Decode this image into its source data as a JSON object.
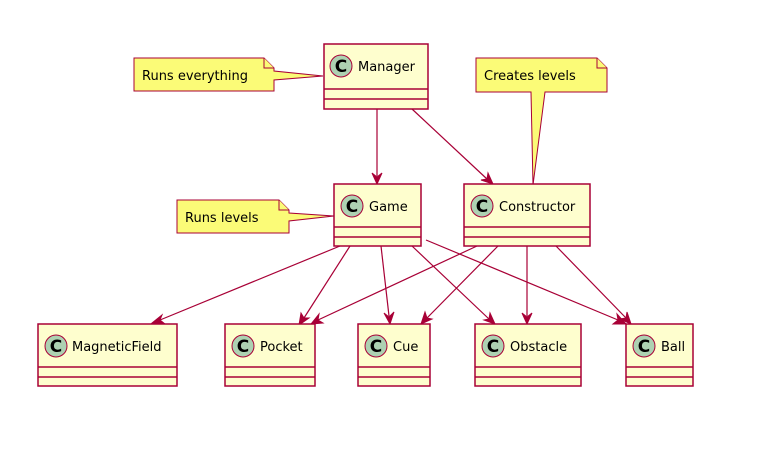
{
  "diagram": {
    "classes": {
      "manager": {
        "name": "Manager",
        "glyph": "C"
      },
      "game": {
        "name": "Game",
        "glyph": "C"
      },
      "constructor": {
        "name": "Constructor",
        "glyph": "C"
      },
      "magneticfield": {
        "name": "MagneticField",
        "glyph": "C"
      },
      "pocket": {
        "name": "Pocket",
        "glyph": "C"
      },
      "cue": {
        "name": "Cue",
        "glyph": "C"
      },
      "obstacle": {
        "name": "Obstacle",
        "glyph": "C"
      },
      "ball": {
        "name": "Ball",
        "glyph": "C"
      }
    },
    "notes": {
      "runs_everything": "Runs everything",
      "creates_levels": "Creates levels",
      "runs_levels": "Runs levels"
    },
    "relations": [
      {
        "from": "Manager",
        "to": "Game"
      },
      {
        "from": "Manager",
        "to": "Constructor"
      },
      {
        "from": "Game",
        "to": "MagneticField"
      },
      {
        "from": "Game",
        "to": "Pocket"
      },
      {
        "from": "Game",
        "to": "Cue"
      },
      {
        "from": "Game",
        "to": "Obstacle"
      },
      {
        "from": "Game",
        "to": "Ball"
      },
      {
        "from": "Constructor",
        "to": "Pocket"
      },
      {
        "from": "Constructor",
        "to": "Cue"
      },
      {
        "from": "Constructor",
        "to": "Obstacle"
      },
      {
        "from": "Constructor",
        "to": "Ball"
      }
    ],
    "colors": {
      "class_fill": "#FEFECE",
      "border": "#A80036",
      "class_badge": "#ADD1B2",
      "note_fill": "#FBFB77"
    }
  }
}
